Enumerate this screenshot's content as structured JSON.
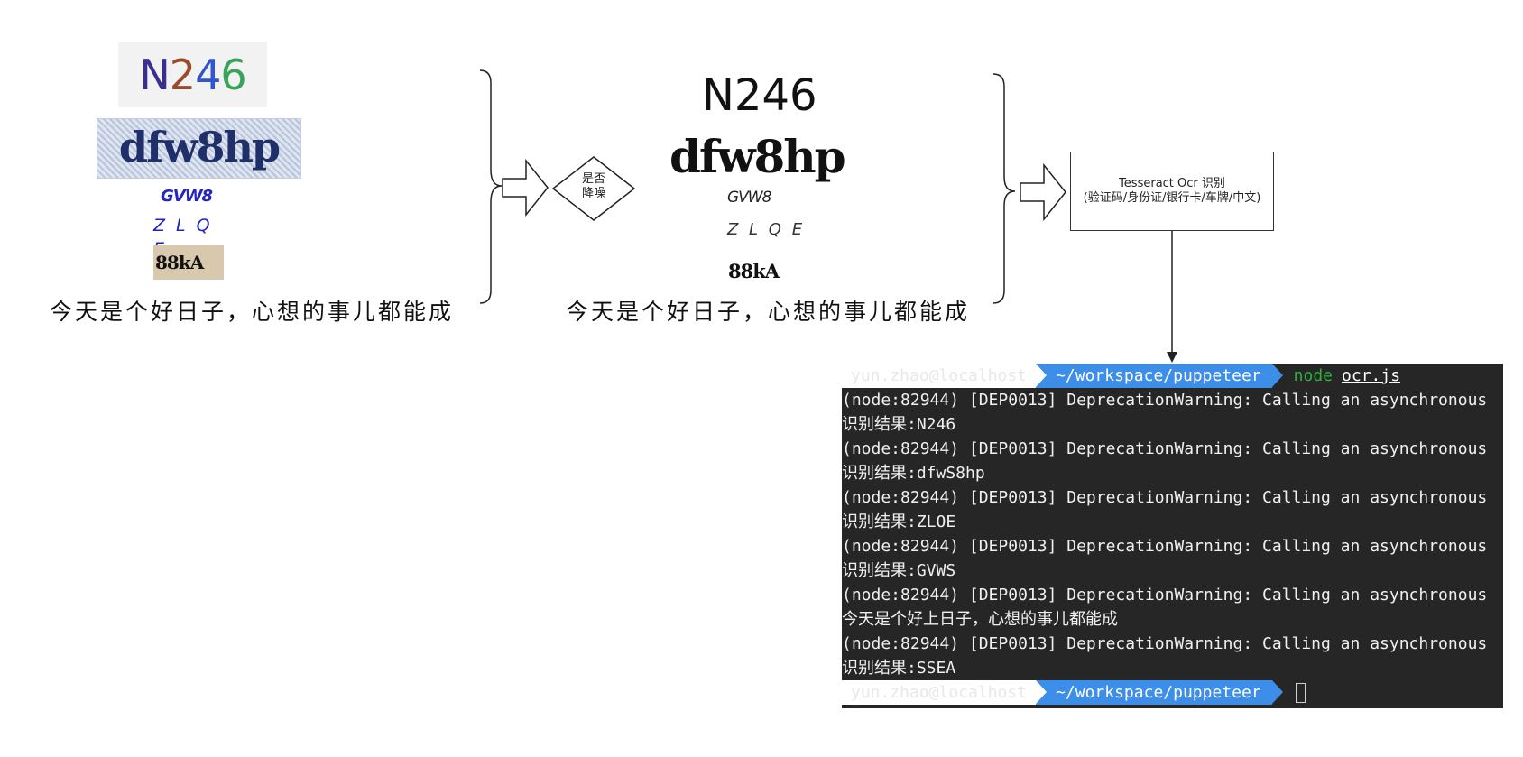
{
  "input_samples": {
    "n246": [
      "N",
      "2",
      "4",
      "6"
    ],
    "dfw": "dfw8hp",
    "gvw": "GVW8",
    "zloe": "Z L Q E",
    "c88": "88kA",
    "sentence": "今天是个好日子，心想的事儿都能成"
  },
  "denoise_step": {
    "label_line1": "是否",
    "label_line2": "降噪"
  },
  "denoised_samples": {
    "n246": "N246",
    "dfw": "dfw8hp",
    "gvw": "GVW8",
    "zloe": "Z L Q E",
    "c88": "88kA",
    "sentence": "今天是个好日子，心想的事儿都能成"
  },
  "ocr_box": {
    "line1": "Tesseract Ocr 识别",
    "line2": "(验证码/身份证/银行卡/车牌/中文)"
  },
  "terminal": {
    "prompt_user": "yun.zhao@localhost",
    "prompt_path": "~/workspace/puppeteer",
    "command": "node",
    "argument": "ocr.js",
    "lines": [
      "(node:82944) [DEP0013] DeprecationWarning: Calling an asynchronous",
      "识别结果:N246",
      "(node:82944) [DEP0013] DeprecationWarning: Calling an asynchronous",
      "识别结果:dfwS8hp",
      "(node:82944) [DEP0013] DeprecationWarning: Calling an asynchronous",
      "识别结果:ZLOE",
      "(node:82944) [DEP0013] DeprecationWarning: Calling an asynchronous",
      "识别结果:GVWS",
      "(node:82944) [DEP0013] DeprecationWarning: Calling an asynchronous",
      "今天是个好上日子，心想的事儿都能成",
      "(node:82944) [DEP0013] DeprecationWarning: Calling an asynchronous",
      "识别结果:SSEA"
    ],
    "colors": {
      "background": "#262626",
      "path_bg": "#3d8ee8",
      "command": "#2fb03c"
    }
  }
}
